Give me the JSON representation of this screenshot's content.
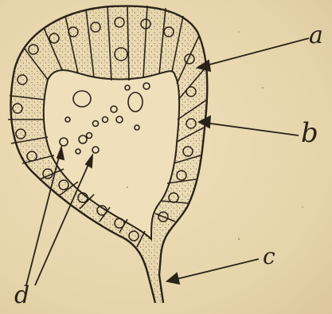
{
  "labels": {
    "a": "a",
    "b": "b",
    "c": "c",
    "d": "d"
  },
  "colors": {
    "ink": "#2b2218",
    "paper": "#e9d9b2"
  }
}
